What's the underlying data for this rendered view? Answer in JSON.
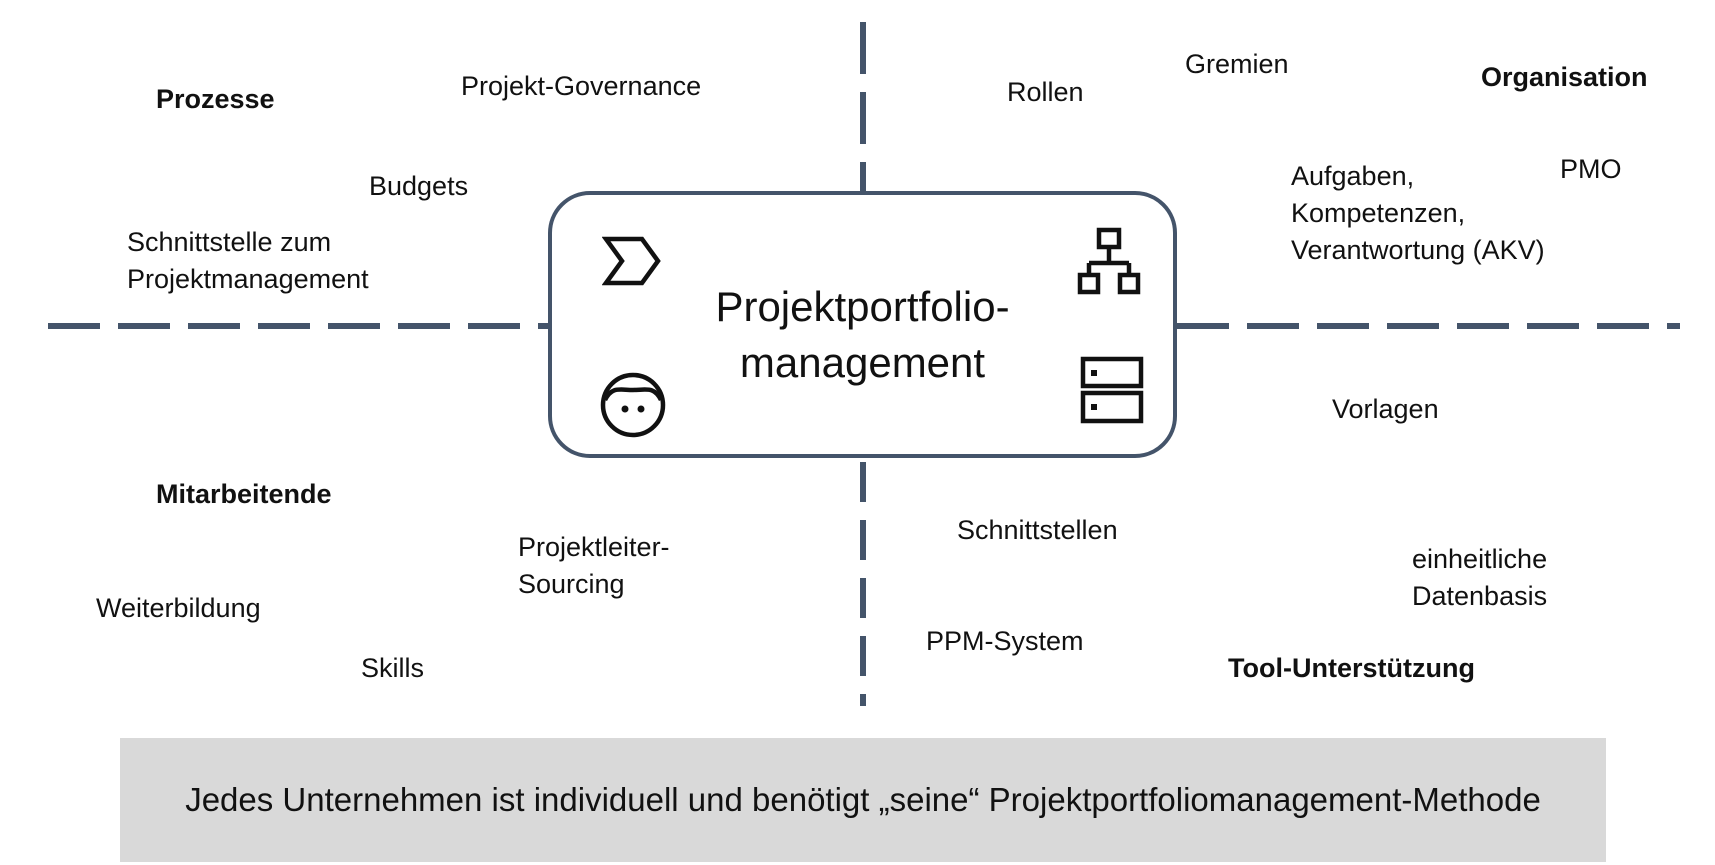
{
  "colors": {
    "axis": "#44546a",
    "footer_bg": "#d9d9d9",
    "text": "#111111"
  },
  "center": {
    "title": "Projektportfolio-\nmanagement",
    "icons": [
      "process-chevron-icon",
      "org-chart-icon",
      "person-face-icon",
      "database-server-icon"
    ]
  },
  "quadrants": {
    "prozesse": {
      "heading": "Prozesse",
      "items": [
        "Projekt-Governance",
        "Budgets",
        "Schnittstelle zum\nProjektmanagement"
      ]
    },
    "organisation": {
      "heading": "Organisation",
      "items": [
        "Rollen",
        "Gremien",
        "Aufgaben,\nKompetenzen,\nVerantwortung (AKV)",
        "PMO"
      ]
    },
    "mitarbeitende": {
      "heading": "Mitarbeitende",
      "items": [
        "Projektleiter-\nSourcing",
        "Weiterbildung",
        "Skills"
      ]
    },
    "tool": {
      "heading": "Tool-Unterstützung",
      "items": [
        "Vorlagen",
        "Schnittstellen",
        "einheitliche\nDatenbasis",
        "PPM-System"
      ]
    }
  },
  "footer": {
    "text": "Jedes Unternehmen ist individuell und benötigt „seine“ Projektportfoliomanagement-Methode"
  }
}
